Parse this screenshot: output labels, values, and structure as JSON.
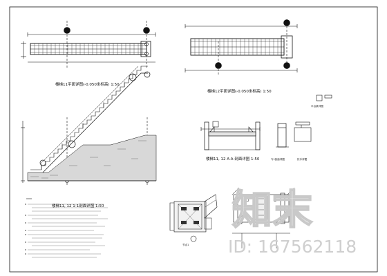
{
  "plans": {
    "plan1_caption": "楼梯11平面详图(-0.050米标高)  1:50",
    "plan2_caption": "楼梯12平面详图(-0.050米标高)  1:50"
  },
  "section": {
    "caption": "楼梯11, 12  1-1剖面详图  1:50"
  },
  "details": {
    "aa_caption": "楼梯11, 12  A-A  剖面详图  1:50",
    "tj1_caption": "TJ1剖面详图",
    "handrail_caption": "扶手详图",
    "platform_caption": "平台梁详图",
    "node_caption": "节点1"
  },
  "notes": {
    "count": 9
  },
  "watermark": {
    "text": "知末",
    "id": "ID: 167562118"
  },
  "colors": {
    "line": "#111111",
    "paper": "#ffffff",
    "watermark": "#c9c9c9"
  }
}
